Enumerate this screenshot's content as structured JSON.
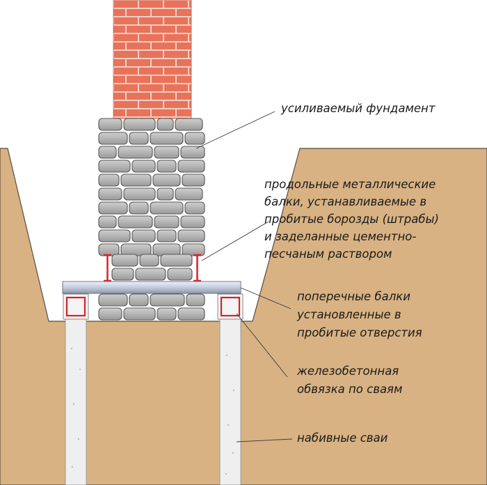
{
  "labels": {
    "foundation": [
      "усиливаемый фундамент"
    ],
    "longitudinal_beams": [
      "продольные металлические",
      "балки, устанавливаемые в",
      "пробитые борозды (штрабы)",
      "и заделанные цементно-",
      "песчаным раствором"
    ],
    "cross_beams": [
      "поперечные балки",
      "установленные в",
      "пробитые отверстия"
    ],
    "pile_cap": [
      "железобетонная",
      "обвязка по сваям"
    ],
    "piles": [
      "набивные сваи"
    ]
  },
  "colors": {
    "soil": "#d8b283",
    "soil_edge": "#5a4a3a",
    "brick_red": "#e8735a",
    "brick_mortar": "#f2d2c8",
    "stone": "#b2b2b2",
    "stone_dark": "#7a7a7a",
    "beam_steel": "#c8d2e0",
    "steel_red": "#d9202a",
    "concrete": "#efefef"
  }
}
